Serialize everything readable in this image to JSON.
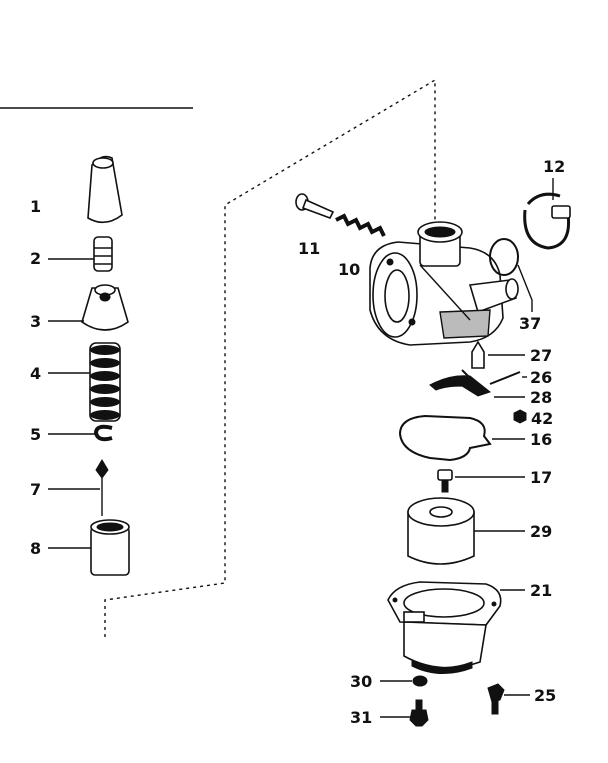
{
  "labels": {
    "l1": "1",
    "l2": "2",
    "l3": "3",
    "l4": "4",
    "l5": "5",
    "l7": "7",
    "l8": "8",
    "l10": "10",
    "l11": "11",
    "l12": "12",
    "l37": "37",
    "l27": "27",
    "l26": "26",
    "l28": "28",
    "l42": "42",
    "l16": "16",
    "l17": "17",
    "l29": "29",
    "l21": "21",
    "l30": "30",
    "l25": "25",
    "l31": "31"
  }
}
